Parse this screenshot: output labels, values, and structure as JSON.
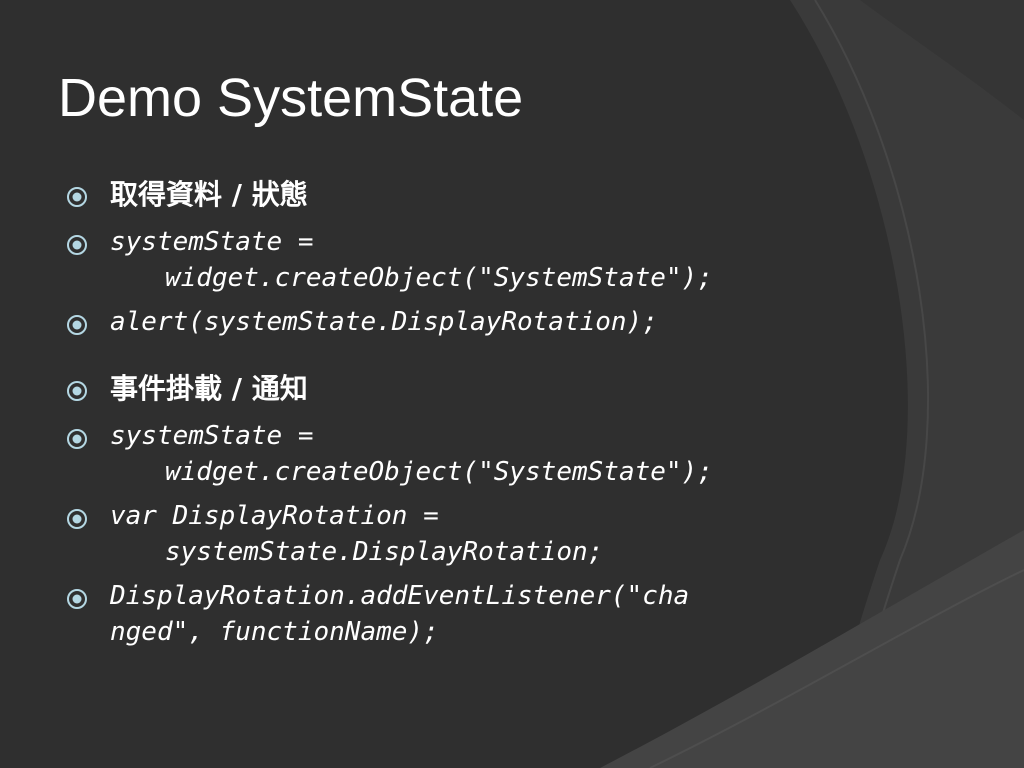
{
  "slide": {
    "title": "Demo SystemState",
    "bullets": [
      {
        "kind": "text",
        "text": "取得資料 / 狀態"
      },
      {
        "kind": "code",
        "lines": [
          "systemState =",
          "widget.createObject(\"SystemState\");"
        ]
      },
      {
        "kind": "code",
        "lines": [
          "alert(systemState.DisplayRotation);"
        ]
      },
      {
        "kind": "text",
        "text": "事件掛載 / 通知"
      },
      {
        "kind": "code",
        "lines": [
          "systemState =",
          "widget.createObject(\"SystemState\");"
        ]
      },
      {
        "kind": "code",
        "lines": [
          "var DisplayRotation =",
          "systemState.DisplayRotation;"
        ]
      },
      {
        "kind": "code",
        "lines": [
          "DisplayRotation.addEventListener(\"cha",
          "nged\", functionName);"
        ]
      }
    ]
  },
  "theme": {
    "background": "#2f2f2f",
    "text": "#ffffff",
    "bullet_marker": "#b4d7e3",
    "bullet_icon": "target-circle-icon"
  }
}
